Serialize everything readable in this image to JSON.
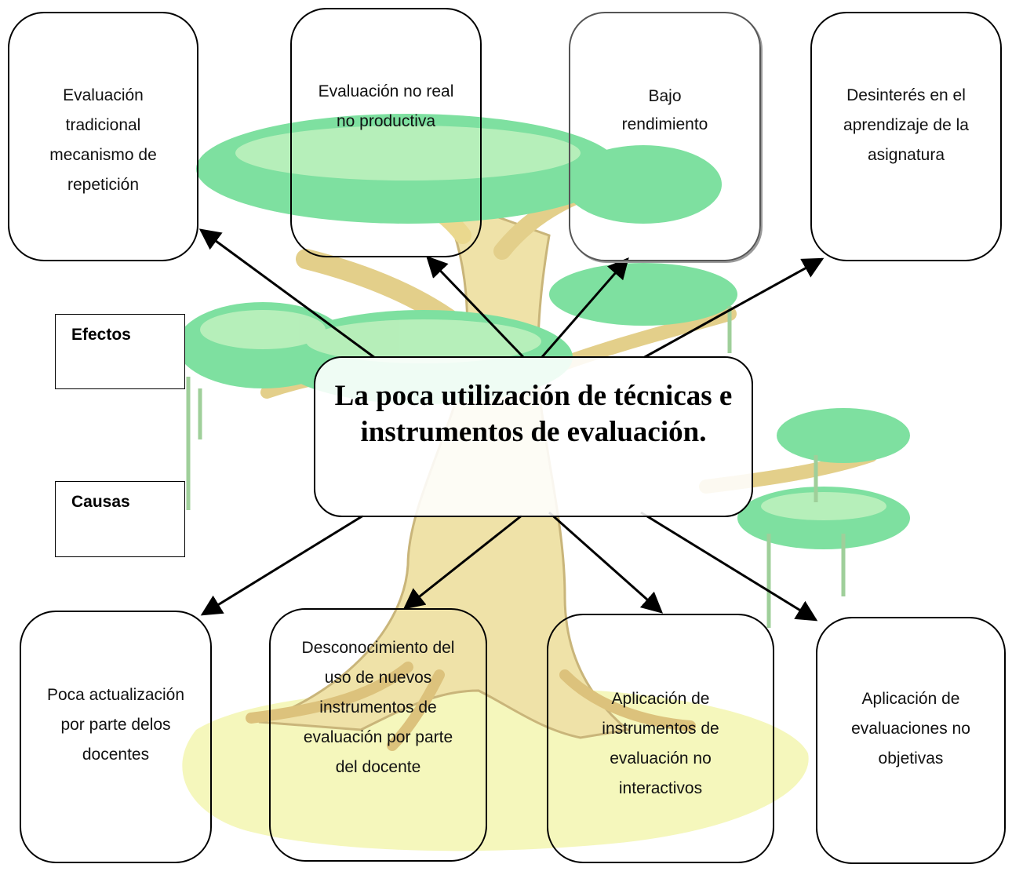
{
  "labels": {
    "effects": "Efectos",
    "causes": "Causas"
  },
  "problem": "La poca utilización de técnicas e instrumentos de evaluación.",
  "effects": [
    "Evaluación tradicional mecanismo de repetición",
    "Evaluación no real  no productiva",
    "Bajo rendimiento",
    "Desinterés en el aprendizaje de la asignatura"
  ],
  "causes": [
    "Poca actualización por parte delos docentes",
    "Desconocimiento del uso de nuevos instrumentos de evaluación por parte del docente",
    "Aplicación de instrumentos de evaluación no interactivos",
    "Aplicación de evaluaciones no objetivas"
  ],
  "colors": {
    "foliage": "#7ee0a0",
    "foliage_light": "#c4f2c0",
    "trunk": "#efe2a8",
    "trunk_stroke": "#c9b57a",
    "ground": "#f3f6b0",
    "border": "#000000"
  }
}
